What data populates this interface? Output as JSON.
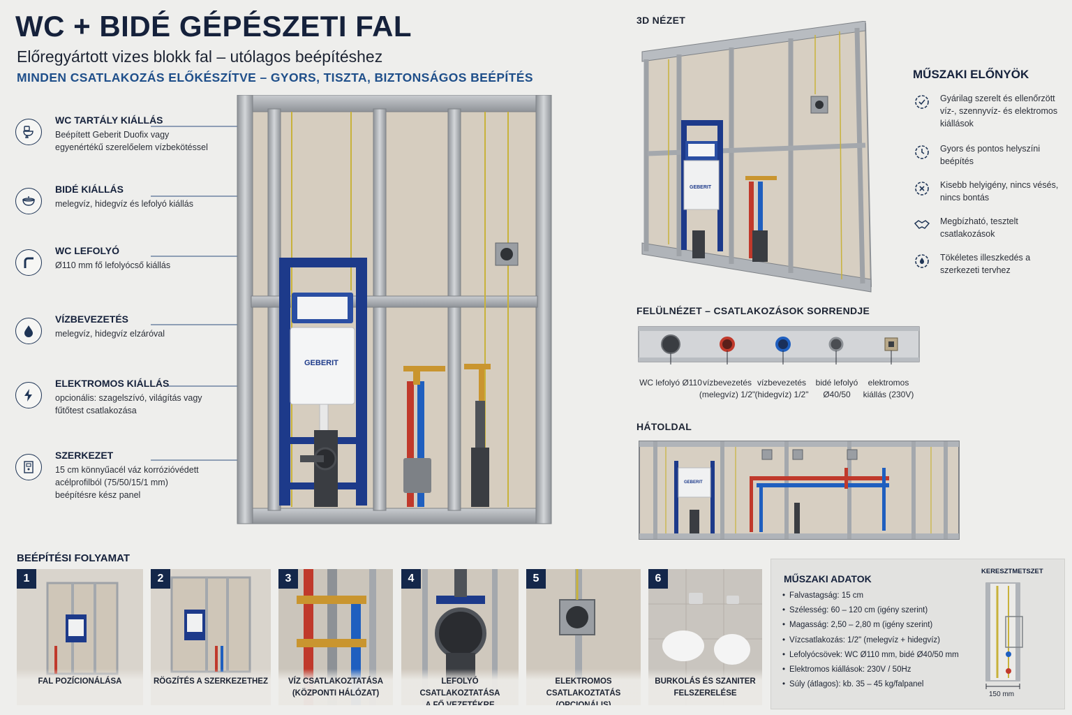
{
  "header": {
    "title": "WC + BIDÉ GÉPÉSZETI FAL",
    "subtitle": "Előregyártott vizes blokk fal – utólagos beépítéshez",
    "tagline": "MINDEN CSATLAKOZÁS ELŐKÉSZÍTVE – GYORS, TISZTA, BIZTONSÁGOS BEÉPÍTÉS"
  },
  "features": [
    {
      "title": "WC TARTÁLY KIÁLLÁS",
      "text": "Beépített Geberit Duofix vagy egyenértékű szerelőelem vízbekötéssel",
      "icon": "toilet-icon"
    },
    {
      "title": "BIDÉ KIÁLLÁS",
      "text": "melegvíz, hidegvíz és lefolyó kiállás",
      "icon": "bidet-icon"
    },
    {
      "title": "WC LEFOLYÓ",
      "text": "Ø110 mm fő lefolyócső kiállás",
      "icon": "pipe-icon"
    },
    {
      "title": "VÍZBEVEZETÉS",
      "text": "melegvíz, hidegvíz elzáróval",
      "icon": "water-drop-icon"
    },
    {
      "title": "ELEKTROMOS KIÁLLÁS",
      "text": "opcionális: szagelszívó, világítás vagy fűtőtest csatlakozása",
      "icon": "lightning-icon"
    },
    {
      "title": "SZERKEZET",
      "text": "15 cm könnyűacél váz korrózióvédett acélprofilból (75/50/15/1 mm) beépítésre kész panel",
      "icon": "panel-icon"
    }
  ],
  "main_illustration": {
    "brand": "GEBERIT"
  },
  "view3d": {
    "heading": "3D NÉZET",
    "brand": "GEBERIT"
  },
  "advantages": {
    "heading": "MŰSZAKI ELŐNYÖK",
    "items": [
      {
        "text": "Gyárilag szerelt és ellenőrzött víz-, szennyvíz- és elektromos kiállások",
        "icon": "gear-check-icon"
      },
      {
        "text": "Gyors és pontos helyszíni beépítés",
        "icon": "clock-gear-icon"
      },
      {
        "text": "Kisebb helyigény, nincs vésés, nincs bontás",
        "icon": "gear-x-icon"
      },
      {
        "text": "Megbízható, tesztelt csatlakozások",
        "icon": "handshake-icon"
      },
      {
        "text": "Tökéletes illeszkedés a szerkezeti tervhez",
        "icon": "gear-drop-icon"
      }
    ]
  },
  "topview": {
    "heading": "FELÜLNÉZET – CSATLAKOZÁSOK SORRENDJE",
    "items": [
      {
        "label": "WC lefolyó Ø110",
        "color": "#3a3d42"
      },
      {
        "label": "vízbevezetés (melegvíz) 1/2\"",
        "color": "#c0392b"
      },
      {
        "label": "vízbevezetés (hidegvíz) 1/2\"",
        "color": "#1f5fbf"
      },
      {
        "label": "bidé lefolyó Ø40/50",
        "color": "#6b6e73"
      },
      {
        "label": "elektromos kiállás (230V)",
        "color": "#8a7a5e"
      }
    ]
  },
  "backview": {
    "heading": "HÁTOLDAL",
    "brand": "GEBERIT"
  },
  "process": {
    "heading": "BEÉPÍTÉSI FOLYAMAT",
    "steps": [
      {
        "num": "1",
        "caption": "FAL POZÍCIONÁLÁSA"
      },
      {
        "num": "2",
        "caption": "RÖGZÍTÉS A SZERKEZETHEZ"
      },
      {
        "num": "3",
        "caption": "VÍZ CSATLAKOZTATÁSA\n(KÖZPONTI HÁLÓZAT)"
      },
      {
        "num": "4",
        "caption": "LEFOLYÓ CSATLAKOZTATÁSA\nA FŐ VEZETÉKRE"
      },
      {
        "num": "5",
        "caption": "ELEKTROMOS CSATLAKOZTATÁS\n(OPCIONÁLIS)"
      },
      {
        "num": "6",
        "caption": "BURKOLÁS ÉS SZANITER\nFELSZERELÉSE"
      }
    ]
  },
  "tech_data": {
    "heading": "MŰSZAKI ADATOK",
    "items": [
      "Falvastagság: 15 cm",
      "Szélesség: 60 – 120 cm (igény szerint)",
      "Magasság: 2,50 – 2,80 m (igény szerint)",
      "Vízcsatlakozás: 1/2\" (melegvíz + hidegvíz)",
      "Lefolyócsövek: WC Ø110 mm, bidé Ø40/50 mm",
      "Elektromos kiállások: 230V / 50Hz",
      "Súly (átlagos): kb. 35 – 45 kg/falpanel"
    ]
  },
  "cross_section": {
    "heading": "KERESZTMETSZET",
    "dimension": "150 mm"
  },
  "colors": {
    "navy": "#15213b",
    "accent_blue": "#1f4f8a",
    "frame_steel": "#a9adb2",
    "hot_water": "#c0392b",
    "cold_water": "#1f5fbf",
    "geberit_blue": "#1d3a8a"
  }
}
